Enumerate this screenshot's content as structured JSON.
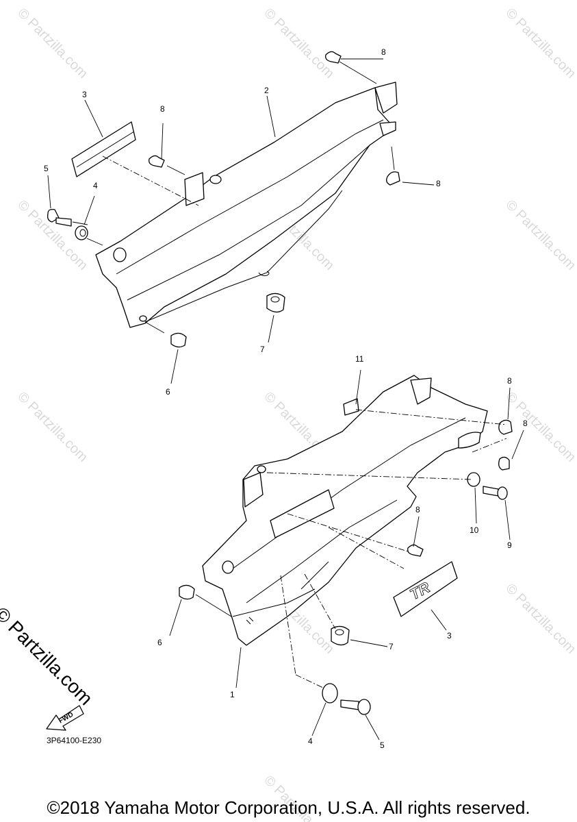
{
  "watermark": "© Partzilla.com",
  "logo": "© Partzilla.com",
  "diagram_code": "3P64100-E230",
  "fwd_label": "FWD",
  "copyright": "©2018 Yamaha Motor Corporation, U.S.A. All rights reserved.",
  "callouts": {
    "c1": "1",
    "c2": "2",
    "c3a": "3",
    "c3b": "3",
    "c4a": "4",
    "c4b": "4",
    "c5a": "5",
    "c5b": "5",
    "c6a": "6",
    "c6b": "6",
    "c7a": "7",
    "c7b": "7",
    "c8a": "8",
    "c8b": "8",
    "c8c": "8",
    "c8d": "8",
    "c8e": "8",
    "c8f": "8",
    "c9": "9",
    "c10": "10",
    "c11": "11"
  },
  "emblem_text": "TR"
}
